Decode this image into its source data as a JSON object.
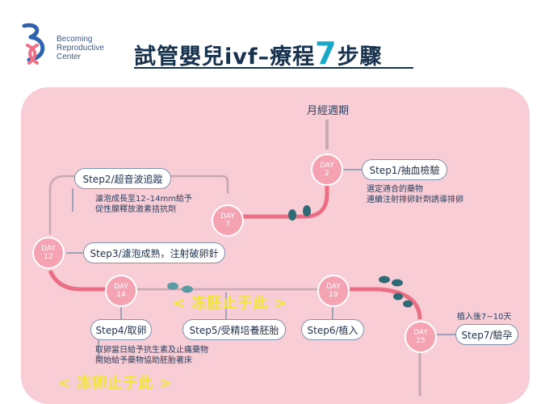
{
  "logo": {
    "line1": "Becoming",
    "line2": "Reproductive",
    "line3": "Center"
  },
  "title": {
    "prefix": "試管嬰兒ivf–療程",
    "number": "7",
    "suffix": "步驟"
  },
  "cycle_label": "月經週期",
  "days": [
    {
      "label": "DAY",
      "num": "2"
    },
    {
      "label": "DAY",
      "num": "7"
    },
    {
      "label": "DAY",
      "num": "12"
    },
    {
      "label": "DAY",
      "num": "14"
    },
    {
      "label": "DAY",
      "num": "19"
    },
    {
      "label": "DAY",
      "num": "25"
    }
  ],
  "steps": [
    {
      "label": "Step1/抽血檢驗",
      "desc1": "選定適合的藥物",
      "desc2": "連續注射排卵針劑誘導排卵"
    },
    {
      "label": "Step2/超音波追蹤",
      "desc1": "濾泡成長至12–14mm給予",
      "desc2": "促性腺釋放激素拮抗劑"
    },
    {
      "label": "Step3/濾泡成熟，注射破卵針"
    },
    {
      "label": "Step4/取卵",
      "desc1": "取卵當日給予抗生素及止痛藥物",
      "desc2": "開始給予藥物協助胚胎著床"
    },
    {
      "label": "Step5/受精培養胚胎"
    },
    {
      "label": "Step6/植入"
    },
    {
      "label": "Step7/驗孕",
      "note": "植入後7~10天"
    }
  ],
  "freeze_embryo": "< 冻胚止于此 >",
  "freeze_egg": "< 冻卵止于此 >",
  "colors": {
    "path": "#ea6f85",
    "day": "#f5a3b3",
    "panel": "#f8cdd6",
    "accent": "#1aa9c9",
    "highlight": "#f1e82d"
  }
}
